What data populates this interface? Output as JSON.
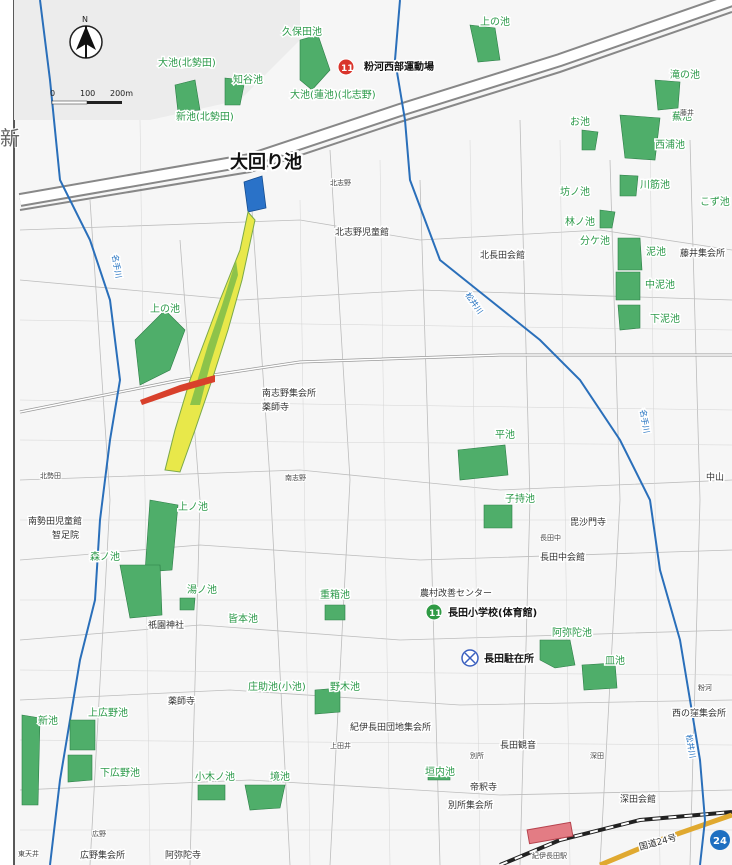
{
  "title": "大回り池",
  "north": "N",
  "scale_labels": [
    "0",
    "100",
    "200m"
  ],
  "ponds": [
    "久保田池",
    "上の池",
    "大池(北勢田)",
    "知谷池",
    "大池(蓮池)(北志野)",
    "新池(北勢田)",
    "滝の池",
    "お池",
    "西浦池",
    "蕪池",
    "川筋池",
    "こず池",
    "坊ノ池",
    "林ノ池",
    "分ケ池",
    "泥池",
    "中泥池",
    "下泥池",
    "上の池",
    "平池",
    "子持池",
    "上ノ池",
    "森ノ池",
    "湯ノ池",
    "重箱池",
    "皆本池",
    "阿弥陀池",
    "皿池",
    "庄助池(小池)",
    "野木池",
    "上広野池",
    "新池",
    "下広野池",
    "小木ノ池",
    "境池",
    "垣内池"
  ],
  "places": [
    "北志野児童館",
    "北長田会館",
    "南志野集会所",
    "薬師寺",
    "南勢田児童館",
    "智足院",
    "毘沙門寺",
    "長田中会館",
    "農村改善センター",
    "祇園神社",
    "薬師寺",
    "紀伊長田団地集会所",
    "長田観音",
    "別所集会所",
    "帝釈寺",
    "深田会館",
    "西の窪集会所",
    "広野集会所",
    "阿弥陀寺",
    "藤井集会所",
    "中山"
  ],
  "small_places": [
    "北志野",
    "北勢田",
    "上田井",
    "深田",
    "別所",
    "広野",
    "粉河",
    "東天井",
    "長田中",
    "南志野",
    "藤井",
    "新"
  ],
  "rivers": [
    "松井川",
    "松井川",
    "名手川",
    "名手川"
  ],
  "facilities": [
    {
      "num": "11",
      "label": "粉河西部運動場",
      "color": "#d9342b"
    },
    {
      "num": "11",
      "label": "長田小学校(体育館)",
      "color": "#2f9a44"
    },
    {
      "label": "長田駐在所",
      "color": "#3a5fbf"
    }
  ],
  "transit": {
    "station": "紀伊長田駅",
    "road": "国道24号",
    "route_number": "24"
  },
  "colors": {
    "pond_fill": "#4fae6a",
    "river": "#2a6fba",
    "hazard_yellow": "#e8e84a",
    "hazard_red": "#d8402b",
    "target_pond": "#2a72c8",
    "facility_red": "#d9342b",
    "facility_green": "#2f9a44",
    "route_blue": "#1e6fc1"
  }
}
